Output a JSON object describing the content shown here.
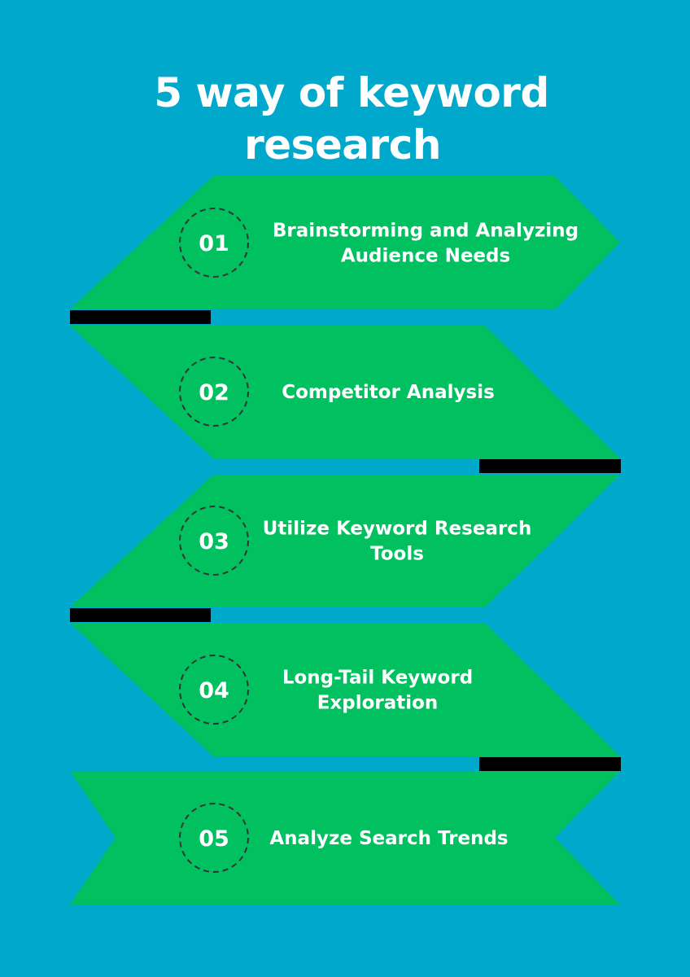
{
  "title": {
    "line1": "5 way of keyword",
    "line2": "research"
  },
  "colors": {
    "background": "#00a8cc",
    "arrow": "#00c060",
    "connector": "#000000",
    "text": "#ffffff",
    "circle": "#333333"
  },
  "steps": [
    {
      "number": "01",
      "lines": [
        "Brainstorming and Analyzing",
        "Audience Needs"
      ]
    },
    {
      "number": "02",
      "lines": [
        "Competitor Analysis"
      ]
    },
    {
      "number": "03",
      "lines": [
        "Utilize Keyword Research",
        "Tools"
      ]
    },
    {
      "number": "04",
      "lines": [
        "Long-Tail Keyword",
        "Exploration"
      ]
    },
    {
      "number": "05",
      "lines": [
        "Analyze Search Trends"
      ]
    }
  ]
}
